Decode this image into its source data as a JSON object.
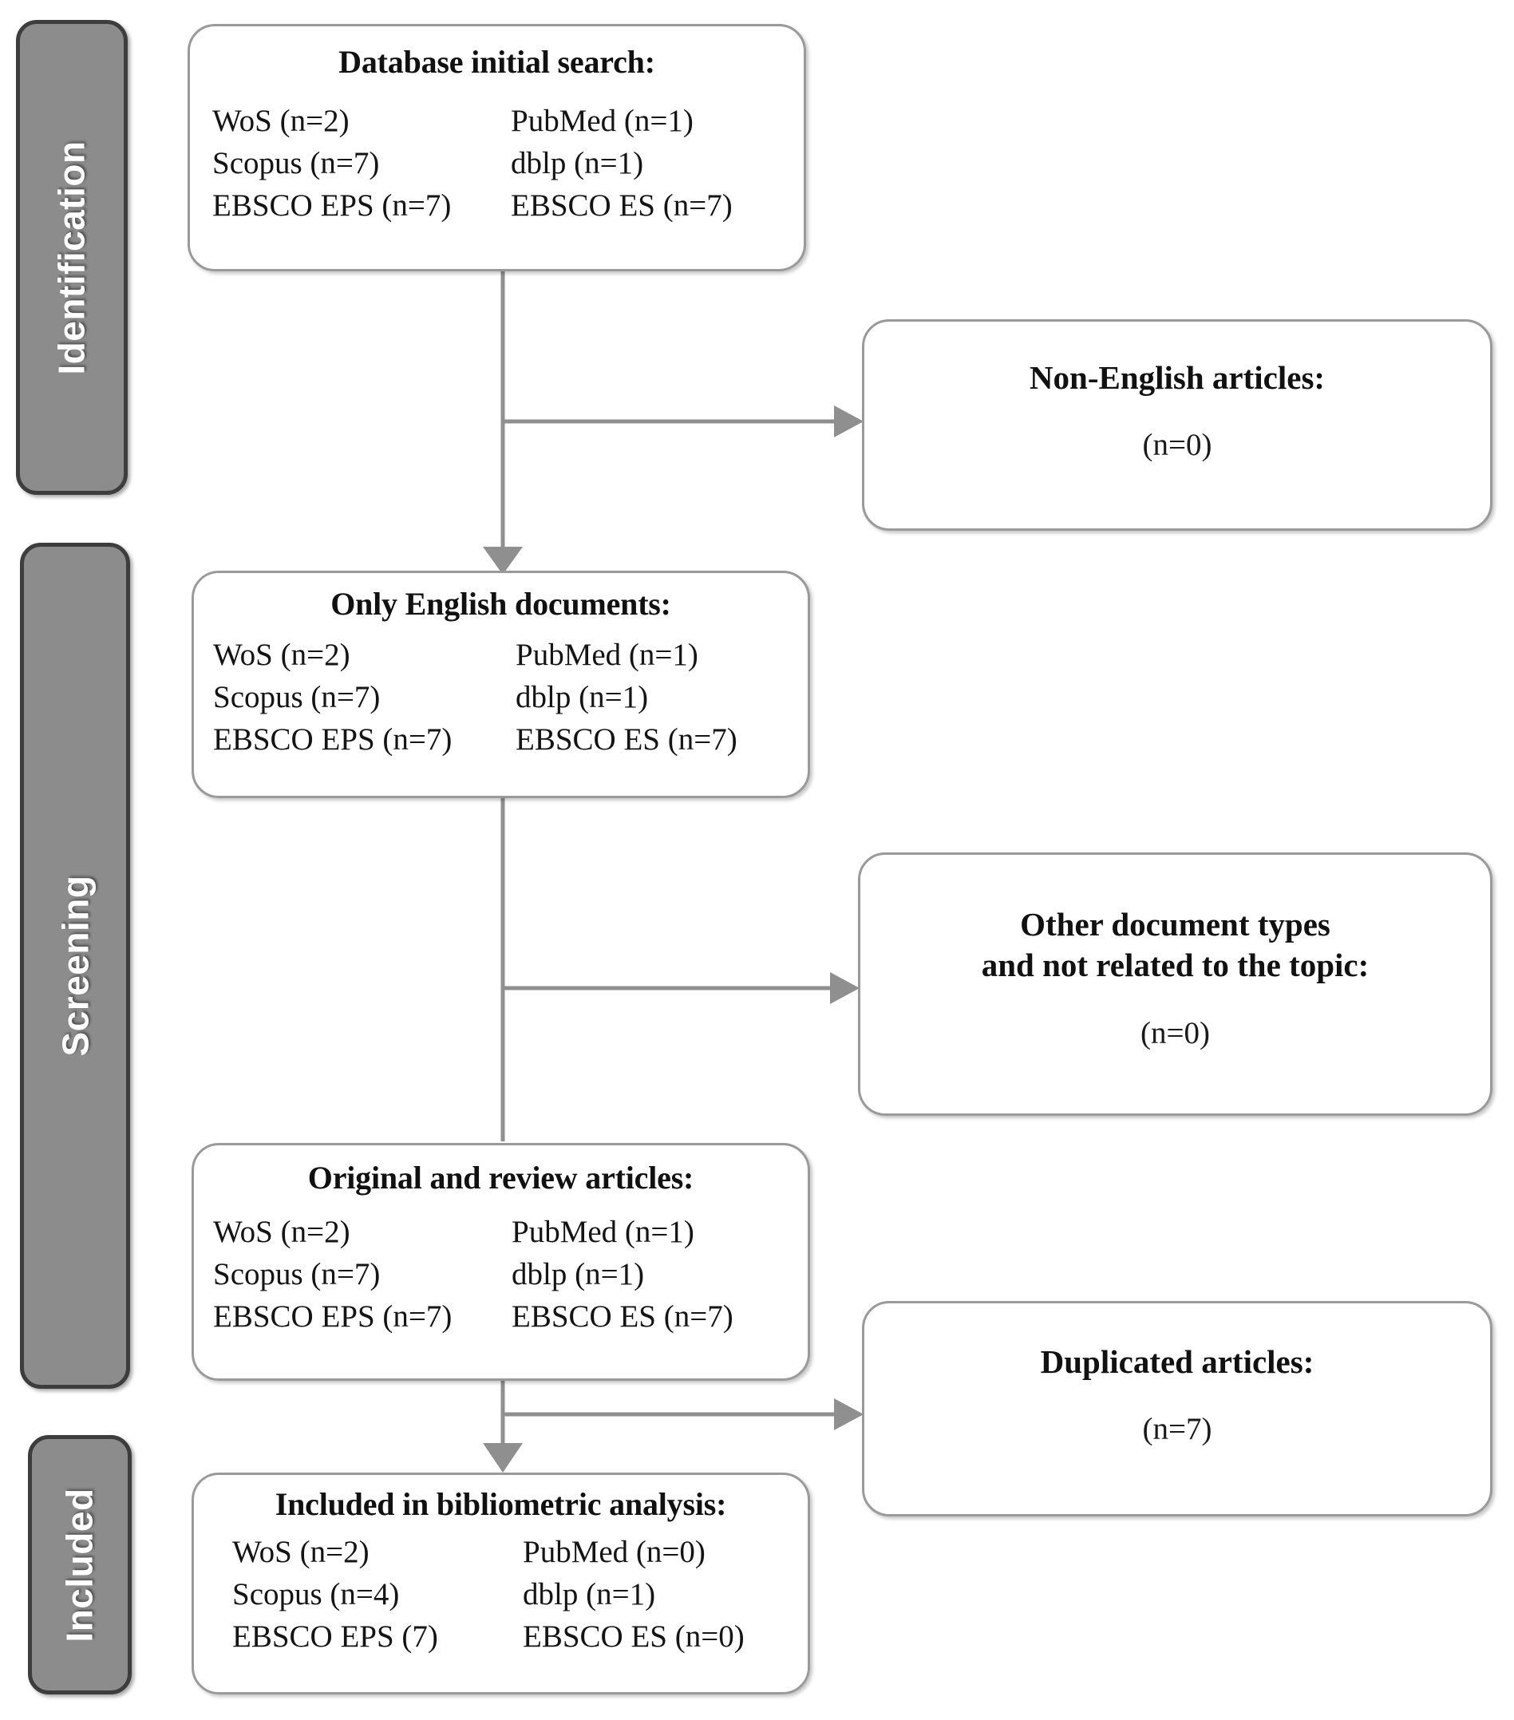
{
  "diagram": {
    "title": "PRISMA flow diagram",
    "accent_gray": "#8c8c8c",
    "border_gray": "#9a9a9a",
    "connector_gray": "#8f8f8f"
  },
  "stages": [
    {
      "id": "identification",
      "label": "Identification"
    },
    {
      "id": "screening",
      "label": "Screening"
    },
    {
      "id": "included",
      "label": "Included"
    }
  ],
  "boxes": {
    "database_initial_search": {
      "title": "Database initial search:",
      "sources": [
        {
          "left": "WoS (n=2)",
          "right": "PubMed (n=1)"
        },
        {
          "left": "Scopus (n=7)",
          "right": "dblp (n=1)"
        },
        {
          "left": "EBSCO EPS (n=7)",
          "right": "EBSCO ES (n=7)"
        }
      ]
    },
    "only_english_documents": {
      "title": "Only English documents:",
      "sources": [
        {
          "left": "WoS (n=2)",
          "right": "PubMed (n=1)"
        },
        {
          "left": "Scopus (n=7)",
          "right": "dblp (n=1)"
        },
        {
          "left": "EBSCO EPS (n=7)",
          "right": "EBSCO ES (n=7)"
        }
      ]
    },
    "original_and_review_articles": {
      "title": "Original and review articles:",
      "sources": [
        {
          "left": "WoS (n=2)",
          "right": "PubMed (n=1)"
        },
        {
          "left": "Scopus (n=7)",
          "right": "dblp (n=1)"
        },
        {
          "left": "EBSCO EPS (n=7)",
          "right": "EBSCO ES (n=7)"
        }
      ]
    },
    "included_in_bibliometric_analysis": {
      "title": "Included in bibliometric analysis:",
      "sources": [
        {
          "left": "WoS (n=2)",
          "right": "PubMed (n=0)"
        },
        {
          "left": "Scopus (n=4)",
          "right": "dblp (n=1)"
        },
        {
          "left": "EBSCO EPS (7)",
          "right": "EBSCO ES (n=0)"
        }
      ]
    }
  },
  "exclusions": {
    "non_english_articles": {
      "title_line1": "Non-English articles:",
      "title_line2": "",
      "count": "(n=0)"
    },
    "other_document_types": {
      "title_line1": "Other document types",
      "title_line2": "and not related to the topic:",
      "count": "(n=0)"
    },
    "duplicated_articles": {
      "title_line1": "Duplicated articles:",
      "title_line2": "",
      "count": "(n=7)"
    }
  },
  "chart_data": {
    "type": "table",
    "title": "PRISMA study selection flow",
    "stages": [
      "Identification",
      "Screening",
      "Included"
    ],
    "databases": [
      "WoS",
      "PubMed",
      "Scopus",
      "dblp",
      "EBSCO EPS",
      "EBSCO ES"
    ],
    "steps": [
      {
        "step": "Database initial search",
        "WoS": 2,
        "PubMed": 1,
        "Scopus": 7,
        "dblp": 1,
        "EBSCO EPS": 7,
        "EBSCO ES": 7
      },
      {
        "step": "Only English documents",
        "WoS": 2,
        "PubMed": 1,
        "Scopus": 7,
        "dblp": 1,
        "EBSCO EPS": 7,
        "EBSCO ES": 7
      },
      {
        "step": "Original and review articles",
        "WoS": 2,
        "PubMed": 1,
        "Scopus": 7,
        "dblp": 1,
        "EBSCO EPS": 7,
        "EBSCO ES": 7
      },
      {
        "step": "Included in bibliometric analysis",
        "WoS": 2,
        "PubMed": 0,
        "Scopus": 4,
        "dblp": 1,
        "EBSCO EPS": 7,
        "EBSCO ES": 0
      }
    ],
    "exclusions": [
      {
        "reason": "Non-English articles",
        "n": 0
      },
      {
        "reason": "Other document types and not related to the topic",
        "n": 0
      },
      {
        "reason": "Duplicated articles",
        "n": 7
      }
    ]
  }
}
